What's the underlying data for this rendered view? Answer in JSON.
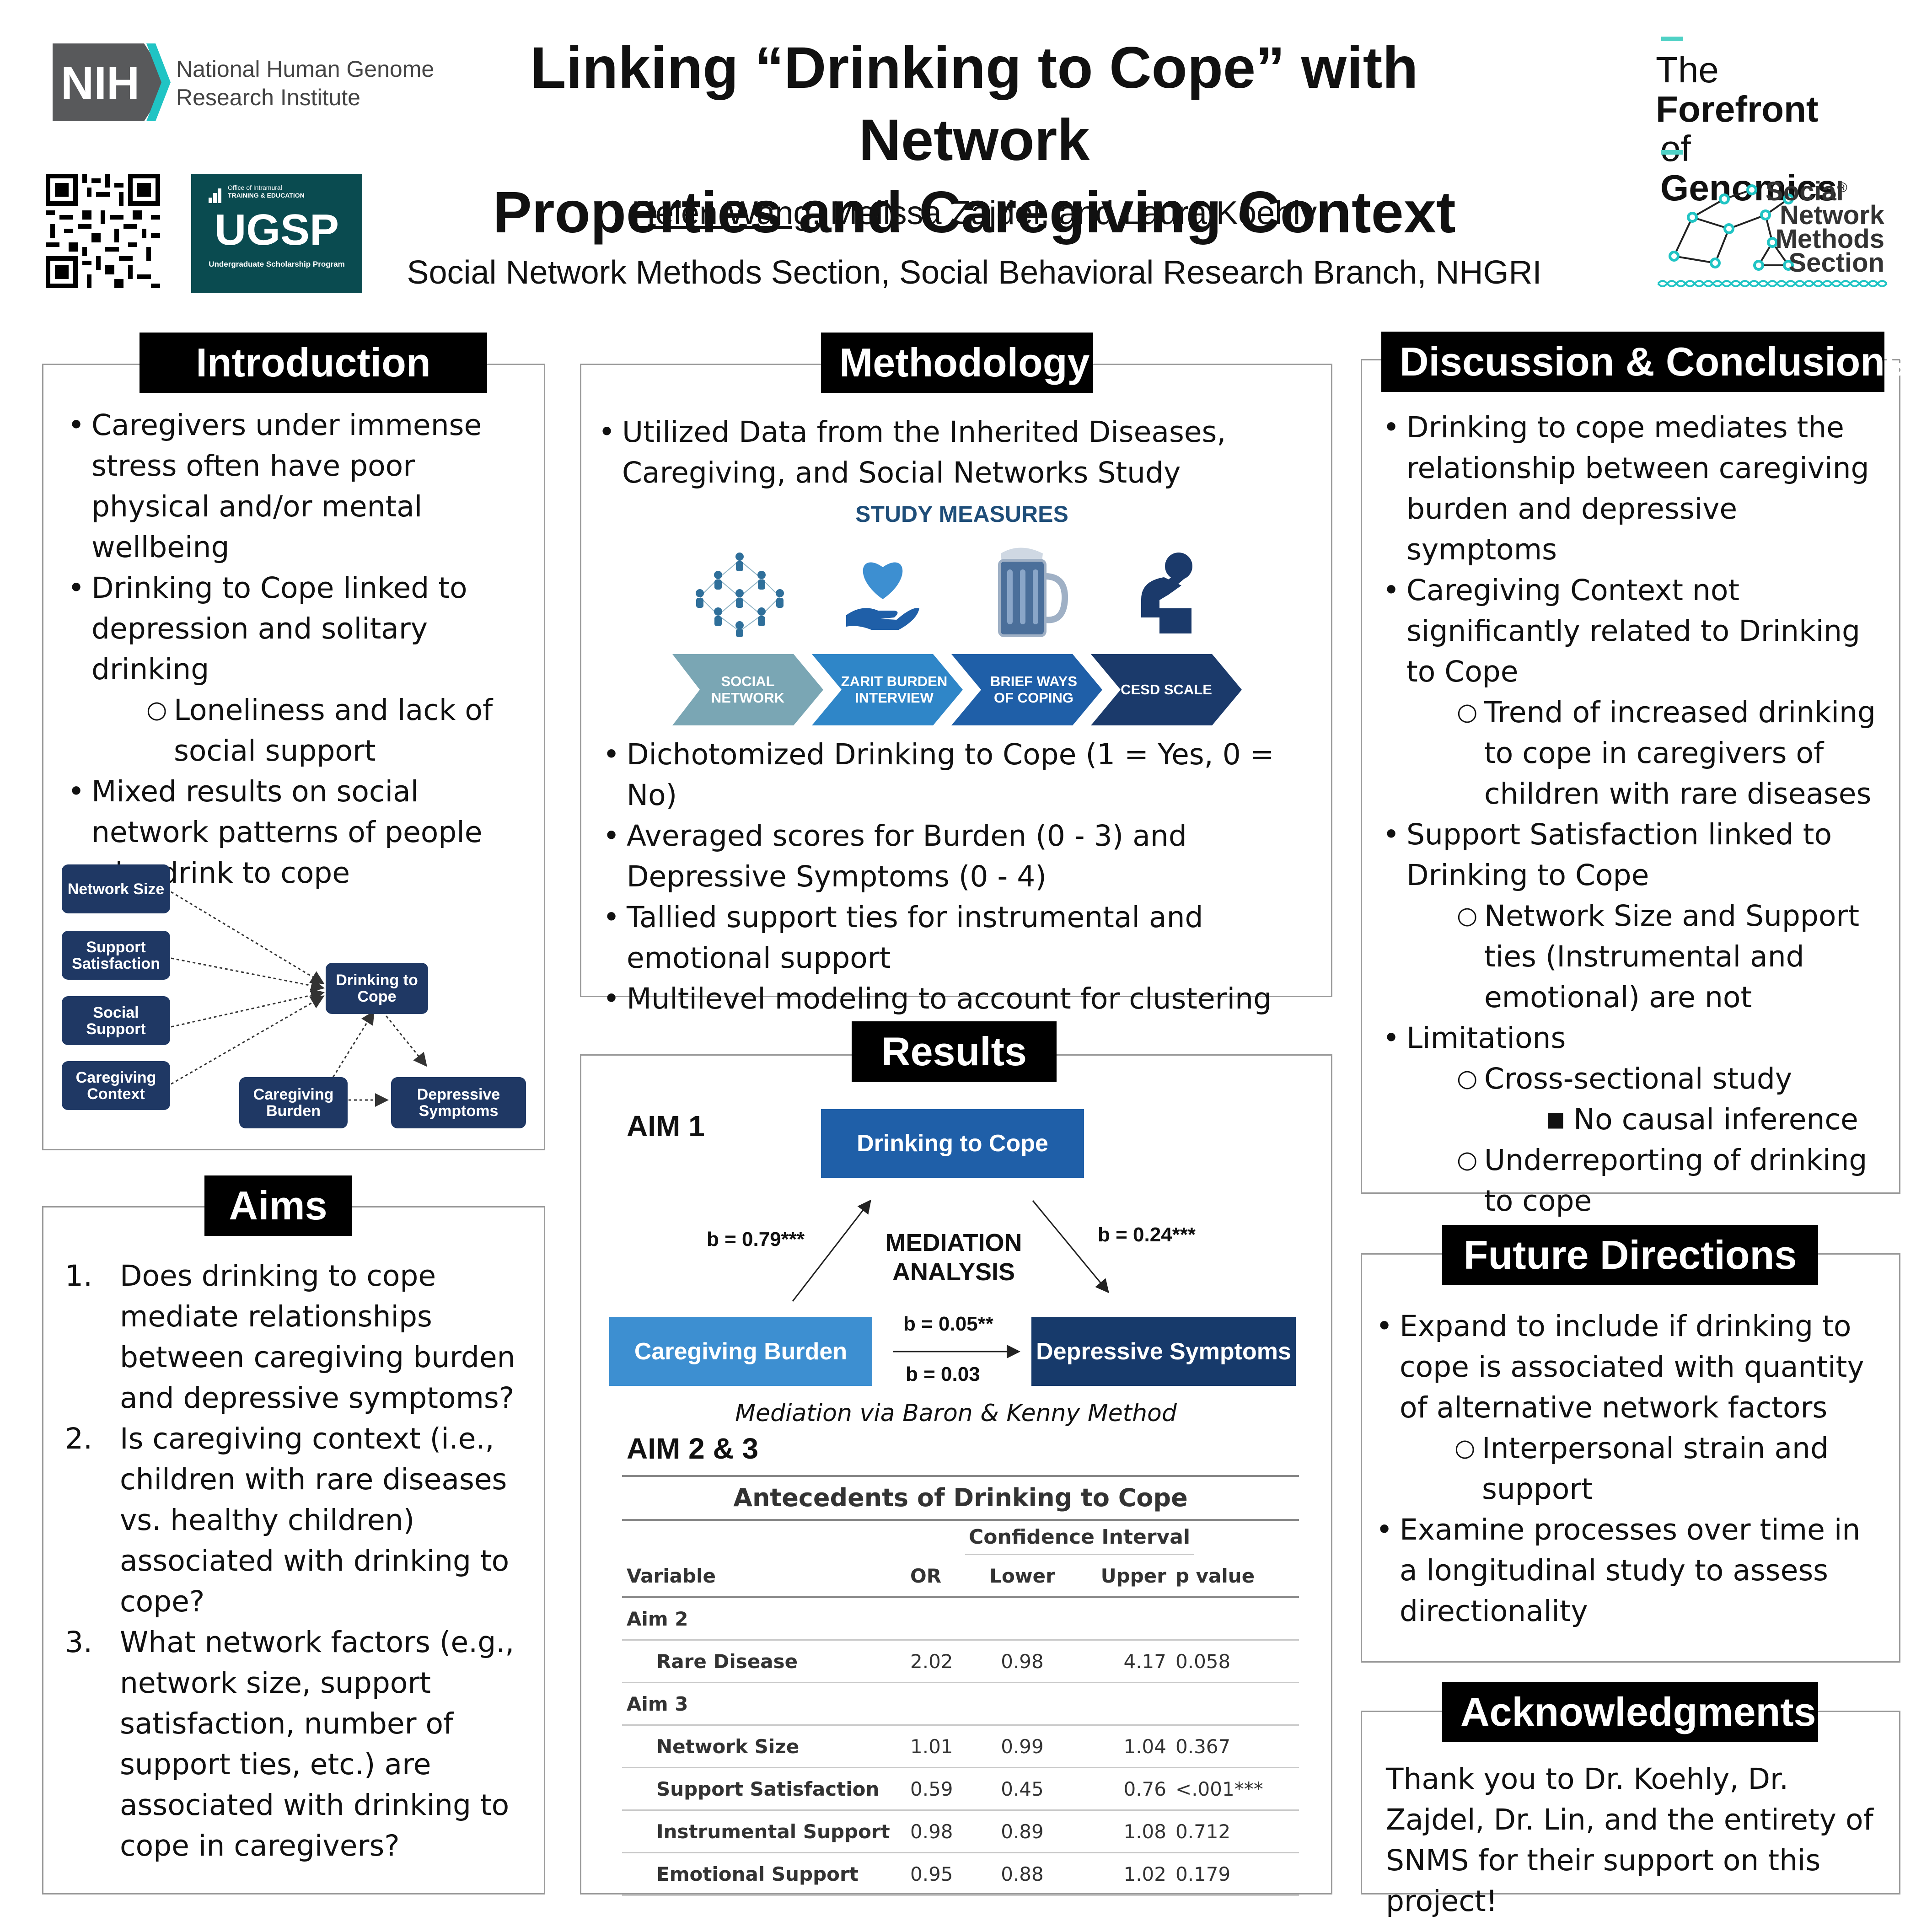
{
  "header": {
    "title_line1": "Linking “Drinking to Cope” with Network",
    "title_line2": "Properties and Caregiving Context",
    "author_main": "Helen Wang",
    "authors_rest": ", Melissa Zajdel, and Laura Koehly",
    "affiliation": "Social Network Methods Section, Social Behavioral Research Branch, NHGRI",
    "nih_logo": "NIH",
    "nih_name_1": "National Human Genome",
    "nih_name_2": "Research Institute",
    "ugsp_small_1": "Office of Intramural",
    "ugsp_small_2": "TRAINING & EDUCATION",
    "ugsp_logo": "UGSP",
    "ugsp_sub": "Undergraduate Scholarship Program",
    "forefront_1a": "The ",
    "forefront_1b": "Forefront",
    "forefront_2a": "of ",
    "forefront_2b": "Genomics",
    "forefront_reg": "®",
    "snms_1": "Social",
    "snms_2": "Network",
    "snms_3": "Methods",
    "snms_4": "Section",
    "accent_color": "#4fd1c5"
  },
  "introduction": {
    "title": "Introduction",
    "b1": "Caregivers under immense stress often have poor physical and/or mental wellbeing",
    "b2": "Drinking to Cope linked to depression and solitary drinking",
    "b2_sub": "Loneliness and lack of social support",
    "b3": "Mixed results on social network patterns of people who drink to cope",
    "diagram": {
      "network_size": "Network Size",
      "support_satisfaction": "Support Satisfaction",
      "social_support": "Social Support",
      "caregiving_context": "Caregiving Context",
      "drinking_to_cope": "Drinking to Cope",
      "caregiving_burden": "Caregiving Burden",
      "depressive_symptoms": "Depressive Symptoms"
    }
  },
  "aims": {
    "title": "Aims",
    "items": [
      {
        "num": "1.",
        "text": "Does drinking to cope mediate relationships between caregiving burden and depressive symptoms?"
      },
      {
        "num": "2.",
        "text": "Is caregiving context (i.e., children with rare diseases vs. healthy children) associated with drinking to cope?"
      },
      {
        "num": "3.",
        "text": "What network factors (e.g., network size, support satisfaction, number of support ties, etc.) are associated with drinking to cope in caregivers?"
      }
    ]
  },
  "methodology": {
    "title": "Methodology",
    "b1": "Utilized Data from the Inherited Diseases, Caregiving, and Social Networks Study",
    "study_measures": "STUDY MEASURES",
    "measures": [
      "SOCIAL NETWORK",
      "ZARIT BURDEN INTERVIEW",
      "BRIEF WAYS OF COPING",
      "CESD SCALE"
    ],
    "measure_icons": [
      "people-network-icon",
      "heart-hand-icon",
      "beer-mug-icon",
      "distressed-person-icon"
    ],
    "measure_colors": [
      "#7aa6b4",
      "#2f86c8",
      "#1f5fa8",
      "#1b3a6b"
    ],
    "b2": "Dichotomized Drinking to Cope (1 = Yes, 0 = No)",
    "b3": "Averaged scores for Burden (0 - 3) and Depressive Symptoms (0 - 4)",
    "b4": "Tallied support ties for instrumental and emotional support",
    "b5": "Multilevel modeling to account for clustering"
  },
  "results": {
    "title": "Results",
    "aim1": "AIM 1",
    "drinking_box": "Drinking to Cope",
    "burden_box": "Caregiving Burden",
    "depressive_box": "Depressive Symptoms",
    "mediation_1": "MEDIATION",
    "mediation_2": "ANALYSIS",
    "path_a": "b = 0.79***",
    "path_b": "b = 0.24***",
    "path_c": "b = 0.05**",
    "path_c_total": "b = 0.03",
    "method_note": "Mediation via Baron & Kenny Method",
    "aim23": "AIM 2 & 3",
    "table_title": "Antecedents of Drinking to Cope",
    "ci_header": "Confidence Interval",
    "col_variable": "Variable",
    "col_or": "OR",
    "col_lower": "Lower",
    "col_upper": "Upper",
    "col_p": "p value",
    "aim2_label": "Aim 2",
    "aim3_label": "Aim 3",
    "rows": [
      {
        "name": "Rare Disease",
        "or": "2.02",
        "lower": "0.98",
        "upper": "4.17",
        "p": "0.058"
      },
      {
        "name": "Network Size",
        "or": "1.01",
        "lower": "0.99",
        "upper": "1.04",
        "p": "0.367"
      },
      {
        "name": "Support Satisfaction",
        "or": "0.59",
        "lower": "0.45",
        "upper": "0.76",
        "p": "<.001***"
      },
      {
        "name": "Instrumental Support",
        "or": "0.98",
        "lower": "0.89",
        "upper": "1.08",
        "p": "0.712"
      },
      {
        "name": "Emotional Support",
        "or": "0.95",
        "lower": "0.88",
        "upper": "1.02",
        "p": "0.179"
      }
    ]
  },
  "discussion": {
    "title": "Discussion & Conclusions",
    "b1": "Drinking to cope mediates the relationship between caregiving burden and depressive symptoms",
    "b2": "Caregiving Context not significantly related to Drinking to Cope",
    "b2_sub": "Trend of increased drinking to cope in caregivers of children with rare diseases",
    "b3": "Support Satisfaction linked to Drinking to Cope",
    "b3_sub": "Network Size and Support ties (Instrumental and emotional) are not",
    "b4": "Limitations",
    "b4_sub1": "Cross-sectional study",
    "b4_sub1_sub": "No causal inference",
    "b4_sub2": "Underreporting of drinking to cope"
  },
  "future": {
    "title": "Future Directions",
    "b1": "Expand to include if drinking to cope is associated with quantity of alternative network factors",
    "b1_sub": "Interpersonal strain and support",
    "b2": "Examine processes over time in a longitudinal study to assess directionality"
  },
  "acknowledgments": {
    "title": "Acknowledgments",
    "text": "Thank you to Dr. Koehly, Dr. Zajdel, Dr. Lin, and  the entirety of SNMS for their support on this project!"
  }
}
